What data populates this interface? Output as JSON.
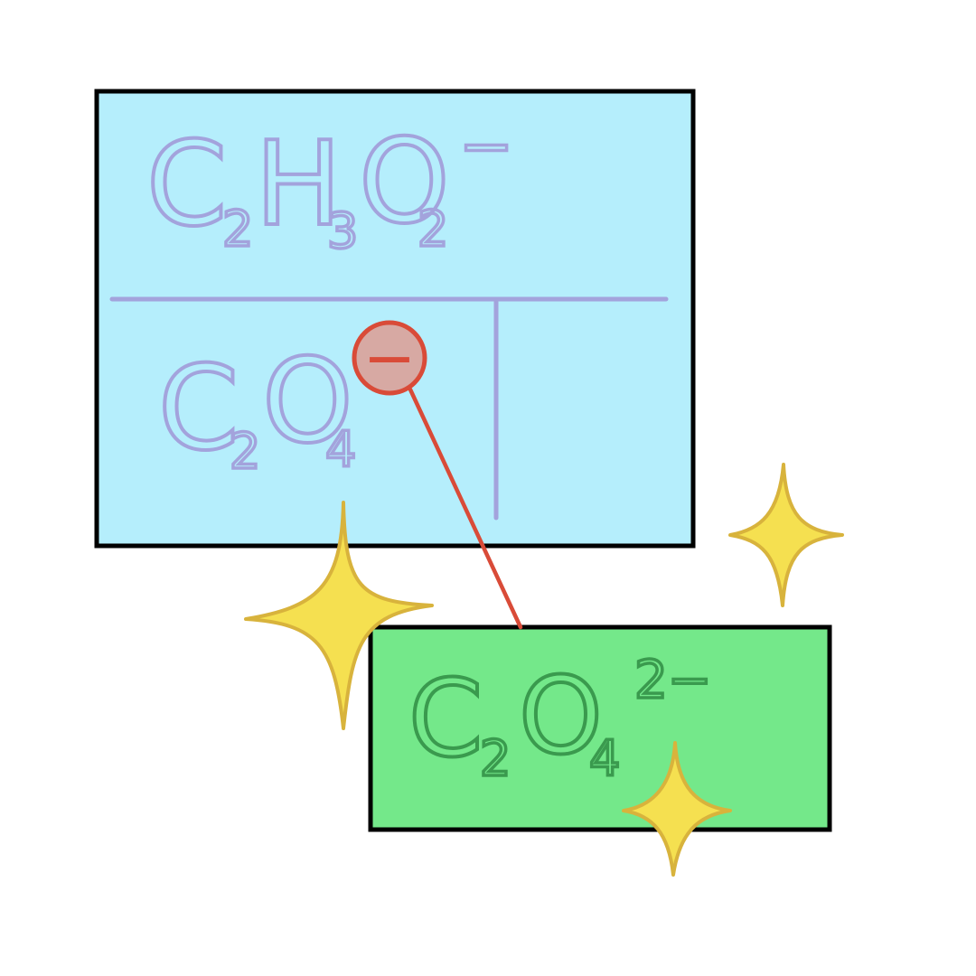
{
  "diagram": {
    "top_box": {
      "formula": {
        "main": [
          "C",
          "H",
          "O"
        ],
        "subscripts": [
          "2",
          "3",
          "2"
        ],
        "charge": "−"
      },
      "lower_formula": {
        "main": [
          "C",
          "O"
        ],
        "subscripts": [
          "2",
          "4"
        ]
      },
      "charge_marker": "−"
    },
    "bottom_box": {
      "formula": {
        "main": [
          "C",
          "O"
        ],
        "subscripts": [
          "2",
          "4"
        ],
        "charge": "2−"
      }
    }
  },
  "colors": {
    "top_box_fill": "#b5eefc",
    "bottom_box_fill": "#74e88a",
    "outline": "#000000",
    "formula_lavender": "#a3a3dc",
    "formula_green": "#3a9a4e",
    "marker_fill": "#d7a9a3",
    "marker_stroke": "#d94b38",
    "connector": "#d94b38",
    "sparkle_fill": "#f5e050",
    "sparkle_stroke": "#d8b33c"
  },
  "icons": {
    "sparkle": "four-point-star-icon",
    "marker": "minus-circle-icon"
  }
}
